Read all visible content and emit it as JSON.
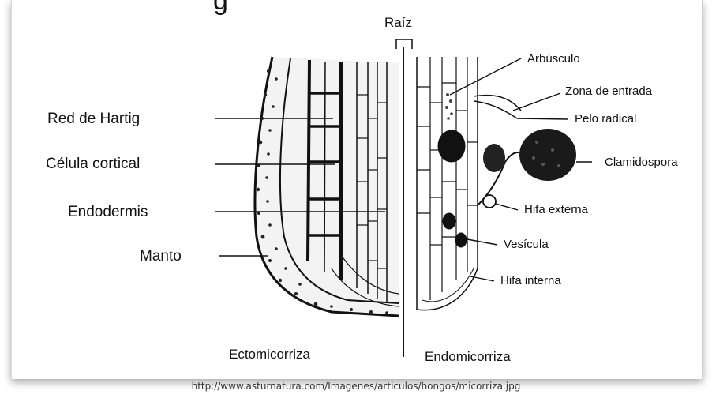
{
  "title_fragment": "g",
  "root_label": "Raíz",
  "left_labels": {
    "red_hartig": "Red de Hartig",
    "celula_cortical": "Célula cortical",
    "endodermis": "Endodermis",
    "manto": "Manto"
  },
  "right_labels": {
    "arbusculo": "Arbúsculo",
    "zona_entrada": "Zona de entrada",
    "pelo_radical": "Pelo radical",
    "clamidospora": "Clamidospora",
    "hifa_externa": "Hifa externa",
    "vesicula": "Vesícula",
    "hifa_interna": "Hifa interna"
  },
  "bottom_labels": {
    "ecto": "Ectomicorriza",
    "endo": "Endomicorriza"
  },
  "source_url": "http://www.asturnatura.com/Imagenes/articulos/hongos/micorriza.jpg"
}
